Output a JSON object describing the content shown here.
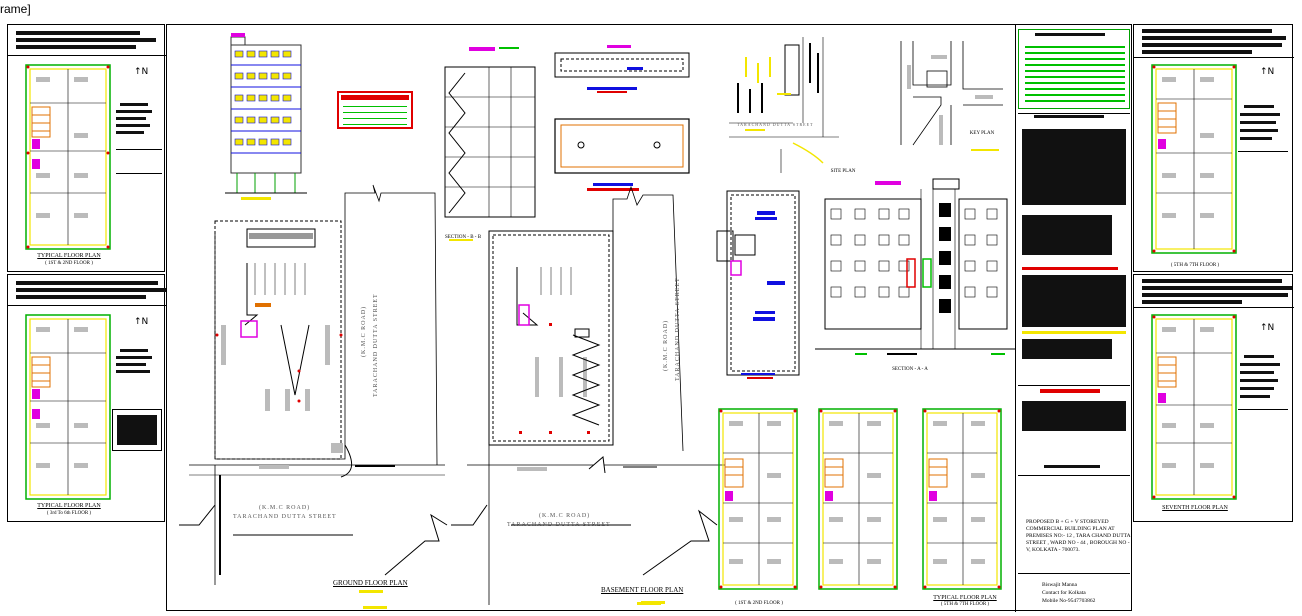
{
  "window": {
    "frame_label": "rame]"
  },
  "side_plans": {
    "left_top": {
      "title": "TYPICAL FLOOR PLAN",
      "subtitle": "( 1ST & 2ND FLOOR )"
    },
    "left_bottom": {
      "title": "TYPICAL FLOOR PLAN",
      "subtitle": "( 3rd To 6th FLOOR )"
    },
    "right_top": {
      "title": "",
      "subtitle": "( 5TH & 7TH FLOOR )"
    },
    "right_bottom": {
      "title": "SEVENTH FLOOR PLAN"
    }
  },
  "main": {
    "ground_floor_title": "GROUND FLOOR PLAN",
    "basement_floor_title": "BASEMENT FLOOR PLAN",
    "road_left": "(K.M.C ROAD)",
    "street_left": "TARACHAND DUTTA STREET",
    "road_right": "(K.M.C ROAD)",
    "street_right": "TARACHAND DUTTA STREET",
    "road_vert_left": "(K.M.C ROAD)",
    "street_vert_left": "TARACHAND DUTTA STREET",
    "road_vert_right": "(K.M.C ROAD)",
    "street_vert_right": "TARACHAND DUTTA STREET",
    "key_plan": "KEY PLAN",
    "site_plan": "SITE PLAN",
    "section_aa": "SECTION - A - A",
    "section_bb": "SECTION - B - B",
    "street_label": "TARACHAND DUTTA STREET",
    "bottom_typical_1": "( 1ST & 2ND FLOOR )",
    "bottom_typical_2": "TYPICAL FLOOR PLAN",
    "bottom_typical_3": "( 5TH & 7TH FLOOR )"
  },
  "title_block": {
    "project": "PROPOSED B + G + V STOREYED COMMERCIAL BUILDING PLAN AT PREMISES NO:- 12 , TARA CHAND DUTTA STREET , WARD NO - 44 , BOROUGH NO - V, KOLKATA - 700073.",
    "author": "Biswajit Manna",
    "contact": "Contact for Kolkata",
    "mobile": "Mobile No-9547703862"
  },
  "colors": {
    "yellow": "#f3e600",
    "magenta": "#e000e0",
    "red": "#e00000",
    "blue": "#1010e0",
    "green": "#00c000",
    "orange": "#e07000"
  }
}
